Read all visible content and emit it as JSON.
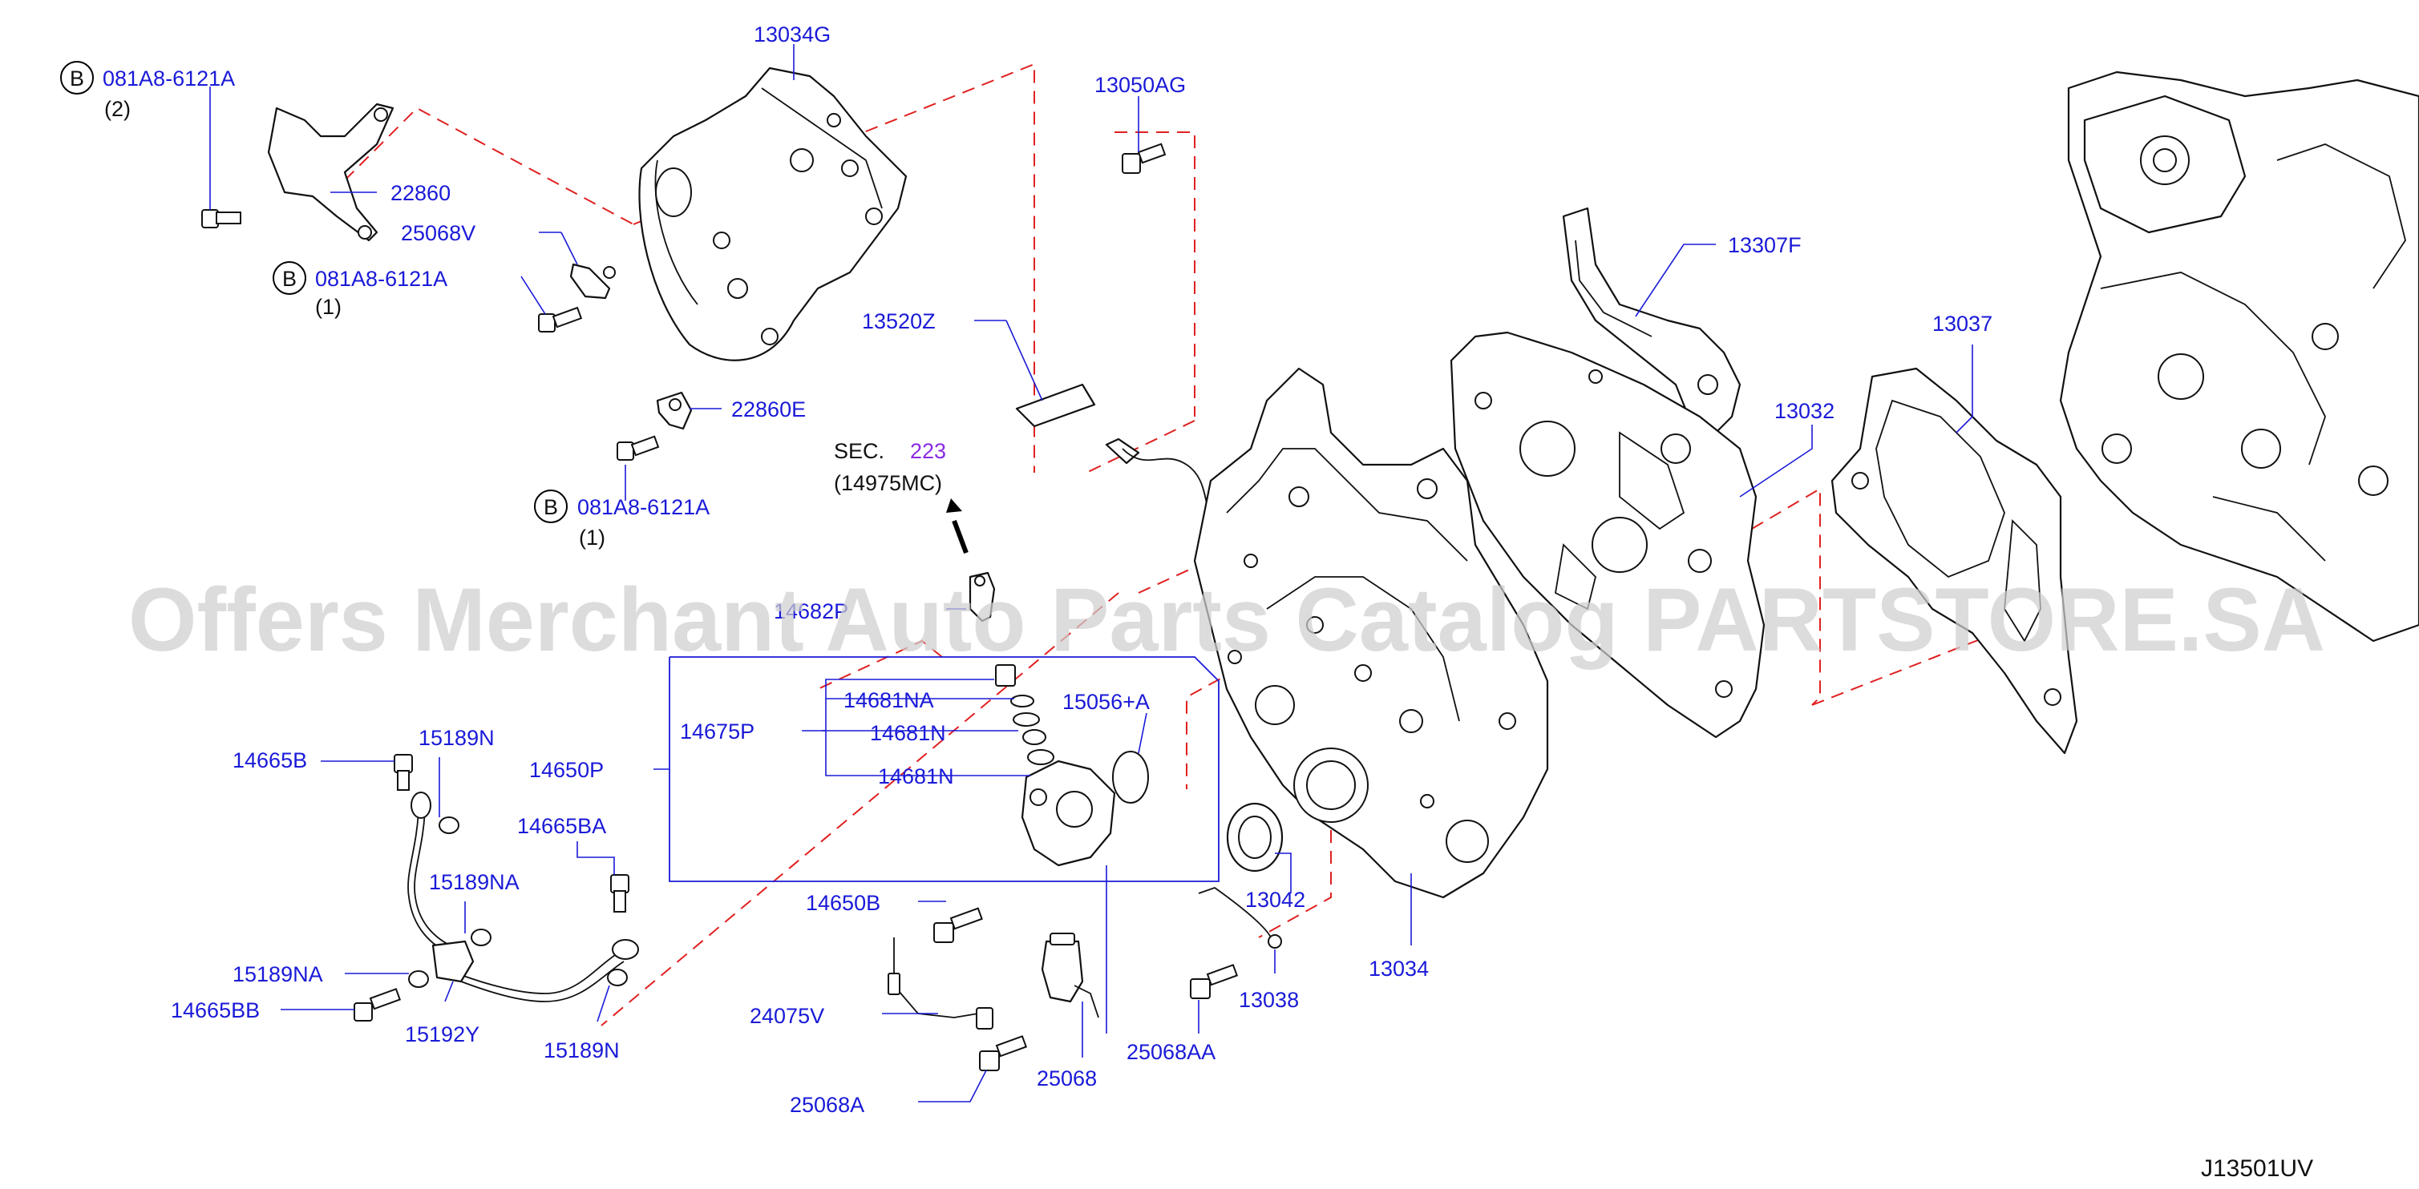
{
  "diagram_id": "J13501UV",
  "watermark": "Offers Merchant Auto Parts Catalog PARTSTORE.SA",
  "section_ref": {
    "prefix": "SEC.",
    "number": "223",
    "sub": "(14975MC)"
  },
  "circle_marker": "B",
  "colors": {
    "label": "#1a1ad8",
    "section_link": "#8a2be2",
    "dashed_guide": "#e02020",
    "line_art": "#111111"
  },
  "labels": {
    "bolt_b_1": "081A8-6121A",
    "bolt_b_1_qty": "(2)",
    "bolt_b_2": "081A8-6121A",
    "bolt_b_2_qty": "(1)",
    "bolt_b_3": "081A8-6121A",
    "bolt_b_3_qty": "(1)",
    "p13034G": "13034G",
    "p13050AG": "13050AG",
    "p22860": "22860",
    "p25068V": "25068V",
    "p22860E": "22860E",
    "p13520Z": "13520Z",
    "p14682P": "14682P",
    "p13307F": "13307F",
    "p13037": "13037",
    "p13032": "13032",
    "p14681NA": "14681NA",
    "p14675P": "14675P",
    "p14681N_a": "14681N",
    "p14681N_b": "14681N",
    "p15056A": "15056+A",
    "p14650P": "14650P",
    "p14665B": "14665B",
    "p15189N_a": "15189N",
    "p14665BA": "14665BA",
    "p15189NA_a": "15189NA",
    "p15189NA_b": "15189NA",
    "p14665BB": "14665BB",
    "p15192Y": "15192Y",
    "p15189N_b": "15189N",
    "p14650B": "14650B",
    "p24075V": "24075V",
    "p25068A": "25068A",
    "p25068": "25068",
    "p13042": "13042",
    "p13038": "13038",
    "p25068AA": "25068AA",
    "p13034": "13034"
  }
}
